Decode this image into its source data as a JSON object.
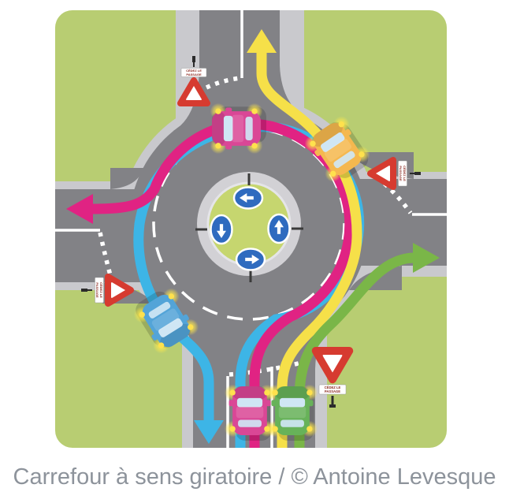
{
  "caption": "Carrefour à sens giratoire / © Antoine Levesque",
  "illustration": {
    "alt": "Roundabout intersection diagram with four colored trajectory arrows and five cars",
    "yield_plaque": {
      "line1": "CÉDEZ LE",
      "line2": "PASSAGE"
    },
    "colors": {
      "grass": "#b8cd72",
      "sidewalk": "#c9c9cd",
      "road": "#828286",
      "apron": "#d2d1d5",
      "island": "#c6d66f",
      "marking": "#ffffff",
      "sign_red": "#d63b30",
      "sign_blue": "#2f6bbf",
      "path_pink": "#e02383",
      "path_blue": "#3db5e6",
      "path_yellow": "#f6e049",
      "path_green": "#7ab648",
      "car_pink": "#da4796",
      "car_yellow": "#f5b84f",
      "car_blue": "#53a4d8",
      "car_green": "#67b259",
      "window": "#cfe6f4",
      "glow": "#ffe84a"
    },
    "island_signs": [
      "left",
      "down",
      "up",
      "right"
    ],
    "trajectories": [
      {
        "name": "left-turn",
        "color_key": "path_pink"
      },
      {
        "name": "straight-ahead",
        "color_key": "path_yellow"
      },
      {
        "name": "right-turn",
        "color_key": "path_green"
      },
      {
        "name": "u-turn",
        "color_key": "path_blue"
      }
    ],
    "cars": [
      {
        "id": "pink-circulating-top"
      },
      {
        "id": "yellow-exiting-top"
      },
      {
        "id": "blue-exiting-bottom"
      },
      {
        "id": "pink-waiting-bottom"
      },
      {
        "id": "green-waiting-bottom"
      }
    ],
    "yield_signs": [
      "top-entry",
      "right-entry",
      "left-entry",
      "bottom-entry"
    ]
  }
}
